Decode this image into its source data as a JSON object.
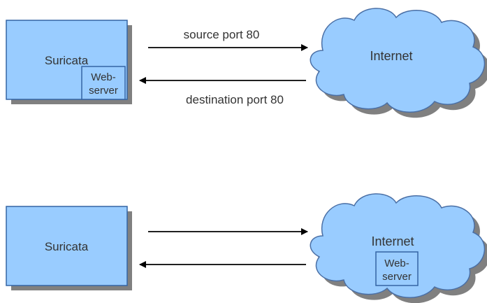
{
  "diagrams": [
    {
      "box": {
        "label": "Suricata",
        "inner_label_line1": "Web-",
        "inner_label_line2": "server"
      },
      "cloud": {
        "label": "Internet"
      },
      "arrow_top_label": "source port 80",
      "arrow_bottom_label": "destination port 80"
    },
    {
      "box": {
        "label": "Suricata"
      },
      "cloud": {
        "label": "Internet",
        "inner_label_line1": "Web-",
        "inner_label_line2": "server"
      }
    }
  ],
  "colors": {
    "box_fill": "#99ccff",
    "box_stroke": "#3465a4",
    "cloud_fill": "#99ccff",
    "cloud_stroke": "#4a6fa5",
    "shadow": "#808080",
    "arrow": "#000000",
    "text": "#333333"
  }
}
